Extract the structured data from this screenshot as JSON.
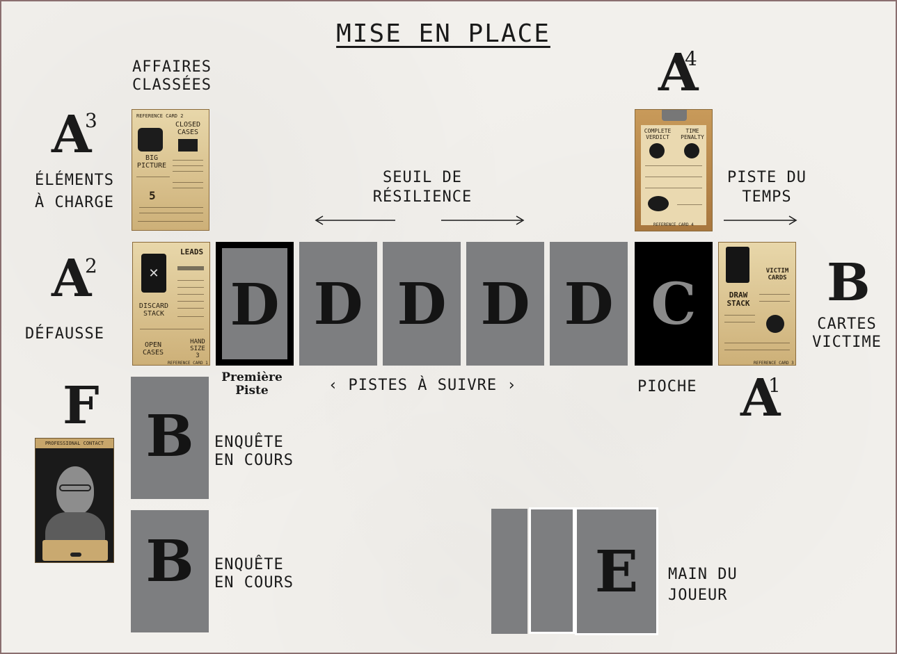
{
  "title": "MISE EN PLACE",
  "labels": {
    "affaires": [
      "AFFAIRES",
      "CLASSÉES"
    ],
    "elements": [
      "ÉLÉMENTS",
      "À CHARGE"
    ],
    "defausse": "DÉFAUSSE",
    "seuil": [
      "SEUIL DE",
      "RÉSILIENCE"
    ],
    "piste_temps": [
      "PISTE DU",
      "TEMPS"
    ],
    "cartes_victime": [
      "CARTES",
      "VICTIME"
    ],
    "premiere_piste": [
      "Première",
      "Piste"
    ],
    "pistes_a_suivre": "‹ PISTES À SUIVRE ›",
    "pioche": "PIOCHE",
    "enquete_1": [
      "ENQUÊTE",
      "EN COURS"
    ],
    "enquete_2": [
      "ENQUÊTE",
      "EN COURS"
    ],
    "main_du_joueur": [
      "MAIN DU",
      "JOUEUR"
    ]
  },
  "markers": {
    "a3": {
      "letter": "A",
      "sup": "3"
    },
    "a2": {
      "letter": "A",
      "sup": "2"
    },
    "a4": {
      "letter": "A",
      "sup": "4"
    },
    "a1": {
      "letter": "A",
      "sup": "1"
    },
    "b": "B",
    "f": "F"
  },
  "cards": {
    "track_letter": "D",
    "deck_letter": "C",
    "case_letter": "B",
    "hand_letter": "E"
  },
  "ref_cards": {
    "closed_cases": {
      "header": "REFERENCE CARD 2",
      "title": [
        "CLOSED",
        "CASES"
      ],
      "big_picture": [
        "BIG",
        "PICTURE"
      ],
      "number": "5"
    },
    "leads": {
      "title": "LEADS",
      "discard": [
        "DISCARD",
        "STACK"
      ],
      "open_cases": [
        "OPEN",
        "CASES"
      ],
      "hand": [
        "HAND",
        "SIZE",
        "3"
      ],
      "footer": "REFERENCE CARD 1"
    },
    "time_track": {
      "left": [
        "COMPLETE",
        "VERDICT"
      ],
      "right": [
        "TIME",
        "PENALTY"
      ],
      "footer": "REFERENCE CARD 4"
    },
    "victim": {
      "title": [
        "VICTIM",
        "CARDS"
      ],
      "draw": [
        "DRAW",
        "STACK"
      ],
      "footer": "REFERENCE CARD 3"
    },
    "contact": {
      "header": "PROFESSIONAL CONTACT"
    }
  },
  "colors": {
    "background": "#f2f0ec",
    "card_grey": "#7d7e80",
    "deck_black": "#000000",
    "frame": "#8a6f6f",
    "ink": "#1a1a1a"
  }
}
